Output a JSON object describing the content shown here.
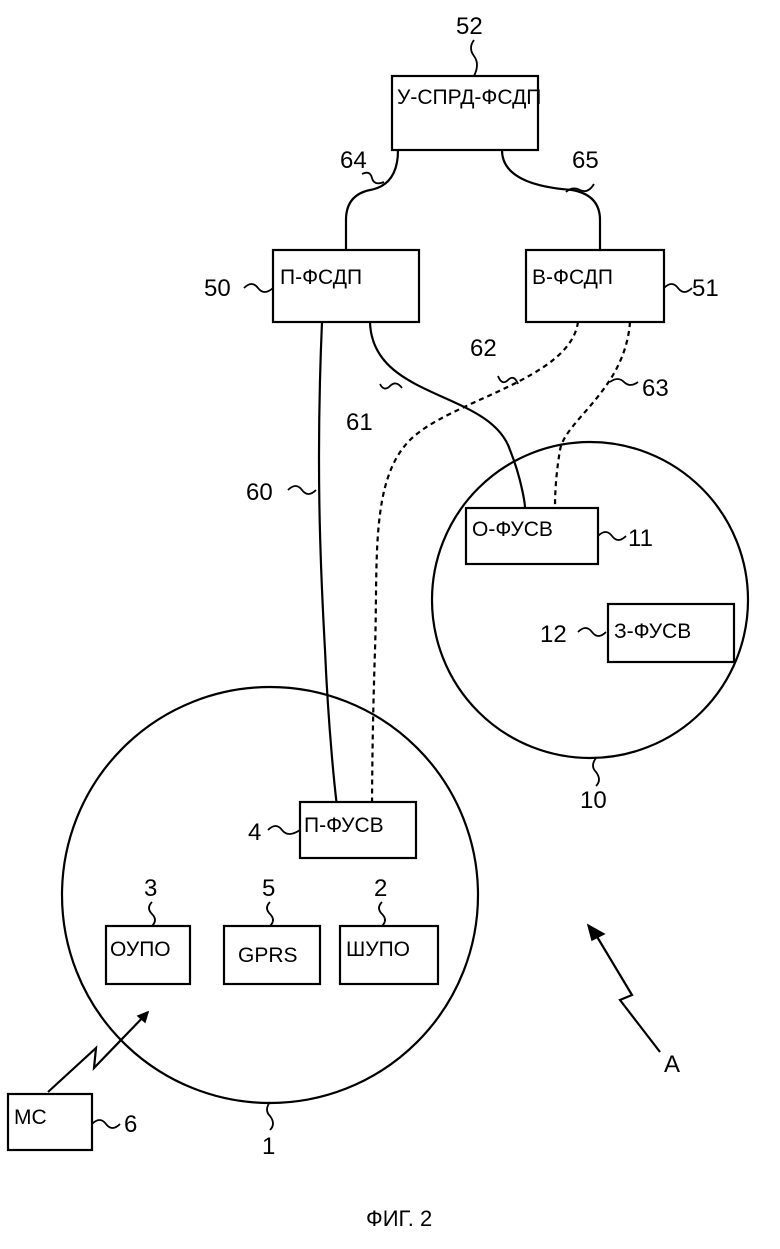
{
  "figure": {
    "caption": "ФИГ. 2"
  },
  "boxes": {
    "u_sprd_fsdp": {
      "label": "У-СПРД-ФСДП",
      "ref": "52"
    },
    "p_fsdp": {
      "label": "П-ФСДП",
      "ref": "50"
    },
    "v_fsdp": {
      "label": "В-ФСДП",
      "ref": "51"
    },
    "o_fusv": {
      "label": "О-ФУСВ",
      "ref": "11"
    },
    "z_fusv": {
      "label": "З-ФУСВ",
      "ref": "12"
    },
    "p_fusv": {
      "label": "П-ФУСВ",
      "ref": "4"
    },
    "oupo": {
      "label": "ОУПО",
      "ref": "3"
    },
    "gprs": {
      "label": "GPRS",
      "ref": "5"
    },
    "shupo": {
      "label": "ШУПО",
      "ref": "2"
    },
    "ms": {
      "label": "МС",
      "ref": "6"
    }
  },
  "circles": {
    "home": {
      "ref": "1"
    },
    "visited": {
      "ref": "10"
    }
  },
  "links": {
    "l64": "64",
    "l65": "65",
    "l60": "60",
    "l61": "61",
    "l62": "62",
    "l63": "63"
  },
  "arrow": {
    "label": "A"
  }
}
